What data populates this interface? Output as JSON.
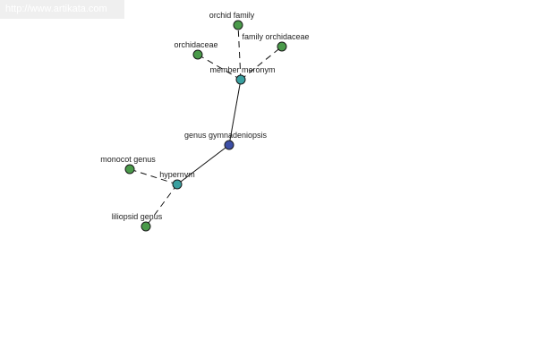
{
  "url": "http://www.artikata.com",
  "colors": {
    "leaf": "#4a9a4a",
    "relation": "#3aa0a0",
    "center": "#3d4fa6",
    "url_text": "#ffffff",
    "url_bg": "#efefef"
  },
  "nodes": [
    {
      "id": "genus",
      "label": "genus gymnadeniopsis",
      "kind": "center"
    },
    {
      "id": "member",
      "label": "member meronym",
      "kind": "relation"
    },
    {
      "id": "hyper",
      "label": "hypernym",
      "kind": "relation"
    },
    {
      "id": "orchid-family",
      "label": "orchid family",
      "kind": "leaf"
    },
    {
      "id": "family-orchidaceae",
      "label": "family orchidaceae",
      "kind": "leaf"
    },
    {
      "id": "orchidaceae",
      "label": "orchidaceae",
      "kind": "leaf"
    },
    {
      "id": "monocot",
      "label": "monocot genus",
      "kind": "leaf"
    },
    {
      "id": "liliopsid",
      "label": "liliopsid genus",
      "kind": "leaf"
    }
  ],
  "edges": [
    {
      "from": "genus",
      "to": "member",
      "style": "solid"
    },
    {
      "from": "genus",
      "to": "hyper",
      "style": "solid"
    },
    {
      "from": "member",
      "to": "orchid-family",
      "style": "dashed"
    },
    {
      "from": "member",
      "to": "family-orchidaceae",
      "style": "dashed"
    },
    {
      "from": "member",
      "to": "orchidaceae",
      "style": "dashed"
    },
    {
      "from": "hyper",
      "to": "monocot",
      "style": "dashed"
    },
    {
      "from": "hyper",
      "to": "liliopsid",
      "style": "dashed"
    }
  ]
}
